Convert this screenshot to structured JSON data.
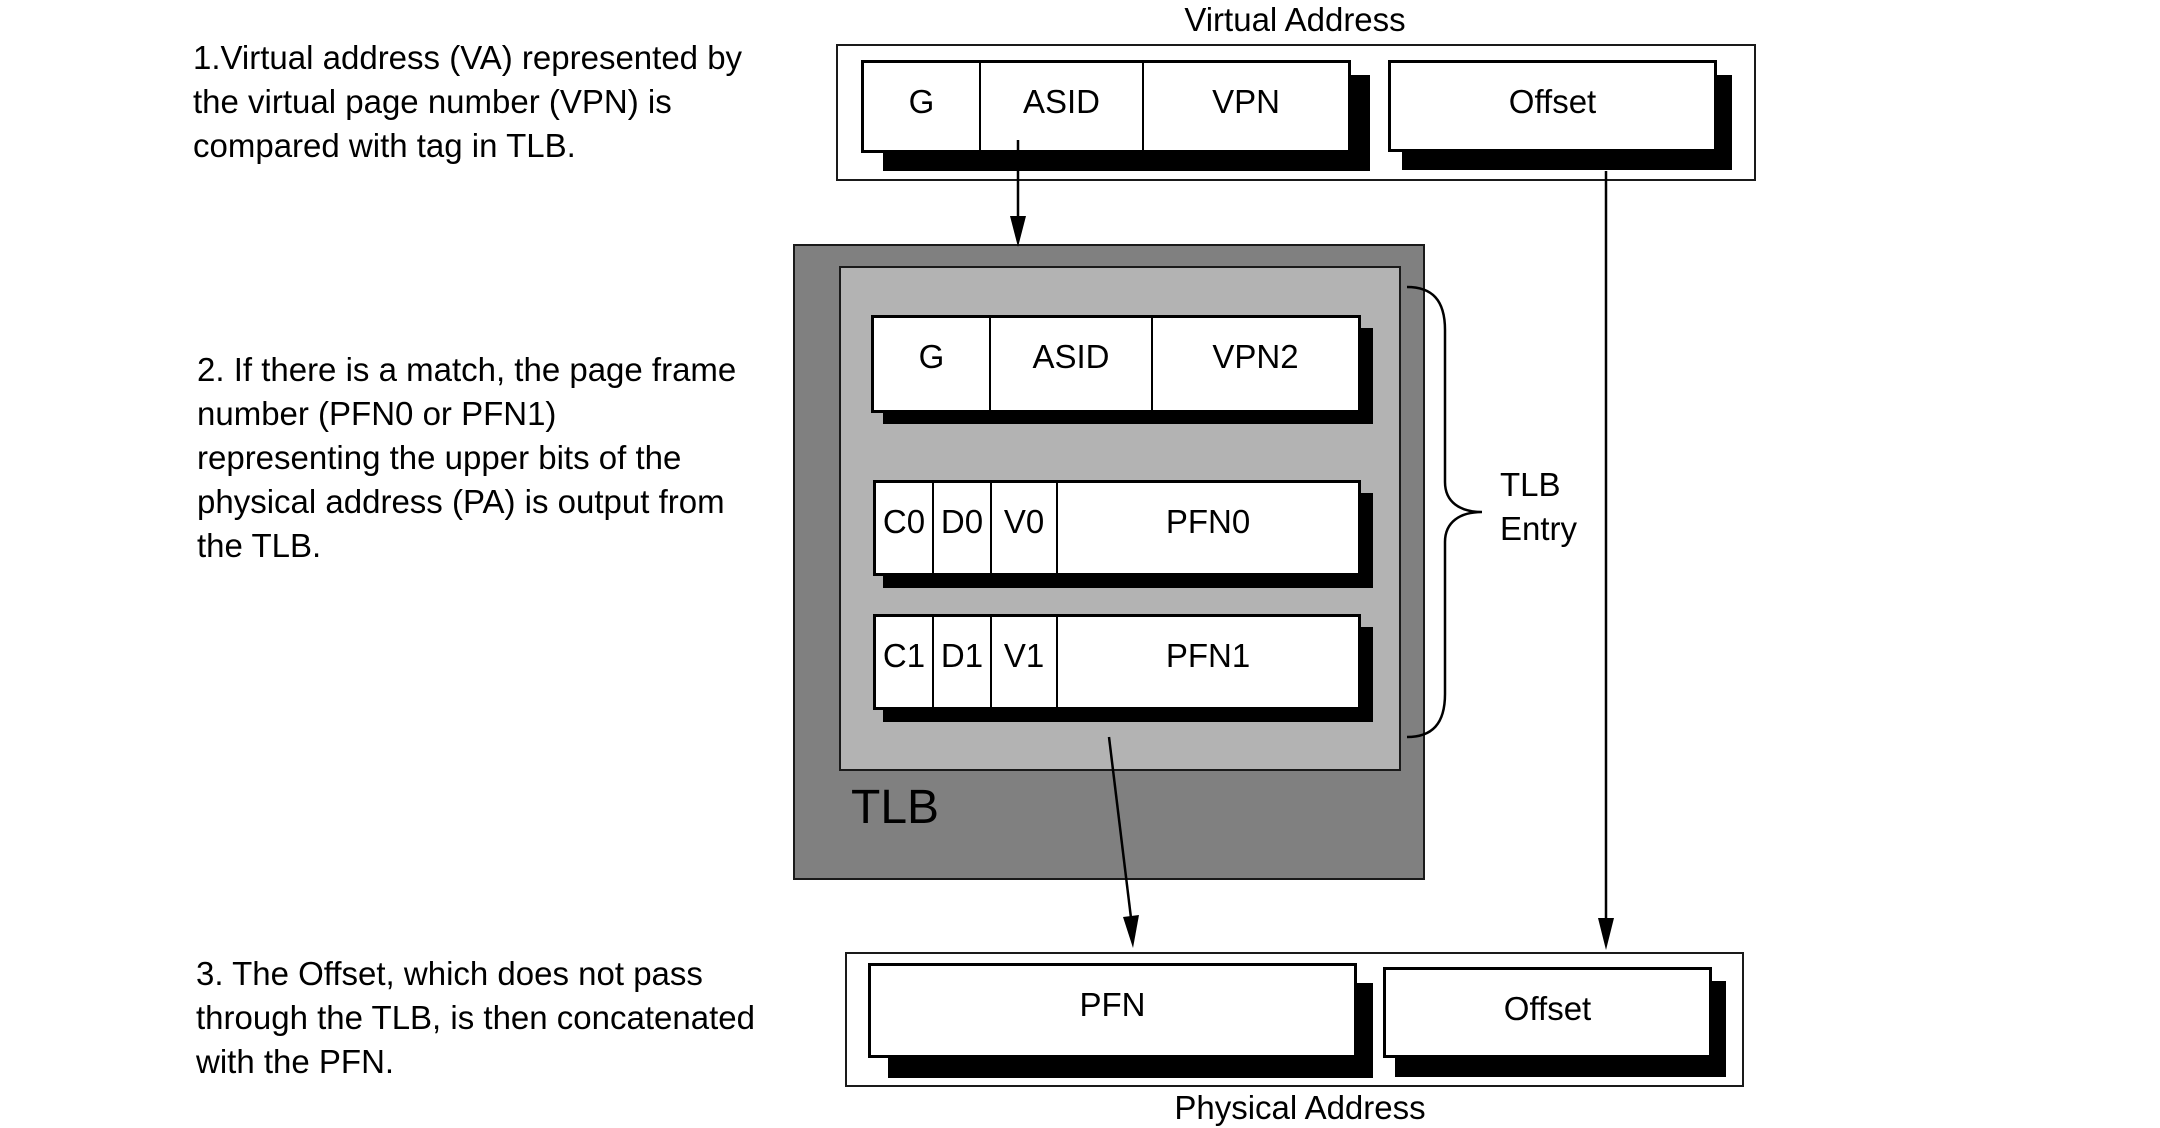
{
  "notes": {
    "step1": [
      "1.Virtual address (VA) represented by",
      "the virtual page number (VPN) is",
      "compared with tag in TLB."
    ],
    "step2": [
      "2. If there is a match, the page frame",
      "number (PFN0 or PFN1)",
      "representing the upper bits of the",
      "physical address (PA) is output from",
      "the TLB."
    ],
    "step3": [
      "3. The Offset, which does not pass",
      "through the TLB, is then concatenated",
      "with the PFN."
    ]
  },
  "virtual_address": {
    "title": "Virtual Address",
    "fields": [
      "G",
      "ASID",
      "VPN"
    ],
    "offset": "Offset"
  },
  "tlb": {
    "label": "TLB",
    "entry_label": [
      "TLB",
      "Entry"
    ],
    "tag_row": [
      "G",
      "ASID",
      "VPN2"
    ],
    "even_row": [
      "C0",
      "D0",
      "V0",
      "PFN0"
    ],
    "odd_row": [
      "C1",
      "D1",
      "V1",
      "PFN1"
    ]
  },
  "physical_address": {
    "title": "Physical Address",
    "pfn": "PFN",
    "offset": "Offset"
  },
  "colors": {
    "tlb_outer": "#808080",
    "tlb_inner": "#b3b3b3",
    "register_fill": "#ffffff",
    "ink": "#000000"
  }
}
